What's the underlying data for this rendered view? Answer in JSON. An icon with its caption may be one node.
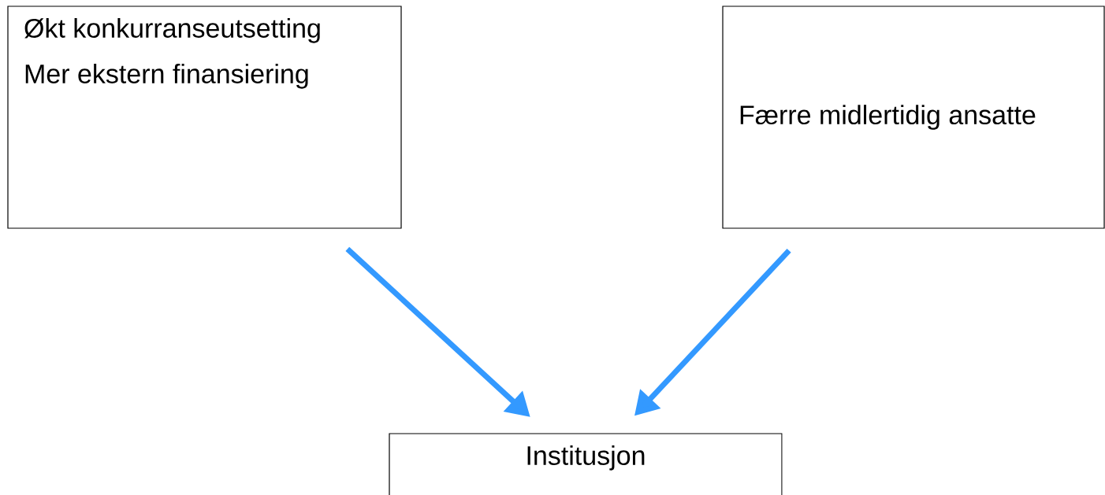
{
  "diagram": {
    "nodes": [
      {
        "text": [
          "Økt konkurranseutsetting",
          "Mer ekstern finansiering"
        ]
      },
      {
        "text": [
          "Færre midlertidig ansatte"
        ]
      },
      {
        "text": [
          "Institusjon"
        ]
      }
    ],
    "edges": [
      {
        "from": 0,
        "to": 2,
        "arrow": "to"
      },
      {
        "from": 1,
        "to": 2,
        "arrow": "to"
      }
    ]
  }
}
